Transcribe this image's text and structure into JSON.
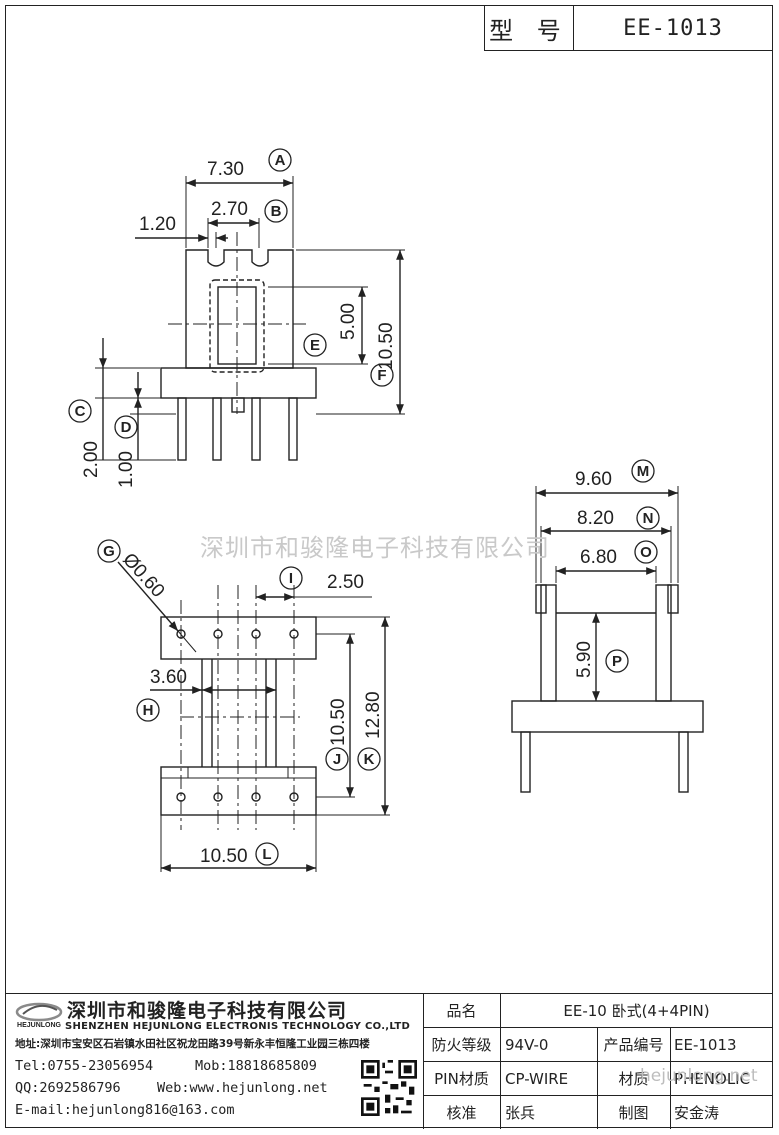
{
  "header": {
    "model_label": "型 号",
    "model_value": "EE-1013"
  },
  "dimensions": {
    "top_width": "7.30",
    "slot_width": "2.70",
    "slot_offset": "1.20",
    "window_height": "5.00",
    "total_height": "10.50",
    "c_dim": "2.00",
    "d_dim": "1.00",
    "pin_dia": "Ø0.60",
    "pin_pitch": "2.50",
    "row_gap": "3.60",
    "inner_len": "10.50",
    "outer_len": "12.80",
    "base_len": "10.50",
    "m_width": "9.60",
    "n_width": "8.20",
    "o_width": "6.80",
    "p_height": "5.90"
  },
  "markers": {
    "a": "A",
    "b": "B",
    "c": "C",
    "d": "D",
    "e": "E",
    "f": "F",
    "g": "G",
    "h": "H",
    "i": "I",
    "j": "J",
    "k": "K",
    "l": "L",
    "m": "M",
    "n": "N",
    "o": "O",
    "p": "P"
  },
  "watermark": "深圳市和骏隆电子科技有限公司",
  "watermark_url": "hejunlong.net",
  "company": {
    "logo_text": "HEJUNLONG",
    "name_cn": "深圳市和骏隆电子科技有限公司",
    "name_en": "SHENZHEN HEJUNLONG ELECTRONIS TECHNOLOGY CO.,LTD",
    "address": "地址:深圳市宝安区石岩镇水田社区祝龙田路39号新永丰恒隆工业园三栋四楼",
    "tel": "Tel:0755-23056954",
    "mob": "Mob:18818685809",
    "qq": "QQ:2692586796",
    "web": "Web:www.hejunlong.net",
    "email": "E-mail:hejunlong816@163.com"
  },
  "spec": {
    "name_label": "品名",
    "name_value": "EE-10 卧式(4+4PIN)",
    "fire_label": "防火等级",
    "fire_value": "94V-0",
    "code_label": "产品编号",
    "code_value": "EE-1013",
    "pin_label": "PIN材质",
    "pin_value": "CP-WIRE",
    "mat_label": "材质",
    "mat_value": "PHENOLIC",
    "check_label": "核准",
    "check_value": "张兵",
    "draw_label": "制图",
    "draw_value": "安金涛"
  }
}
